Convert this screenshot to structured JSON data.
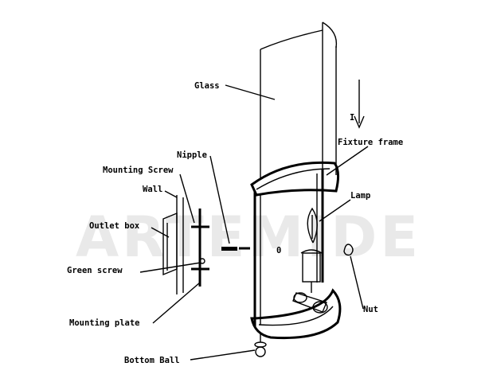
{
  "watermark": "ARTEMIDE",
  "labels": {
    "glass": "Glass",
    "fixture_frame": "Fixture frame",
    "nipple": "Nipple",
    "mounting_screw": "Mounting Screw",
    "wall": "Wall",
    "outlet_box": "Outlet box",
    "lamp": "Lamp",
    "green_screw": "Green screw",
    "nut": "Nut",
    "mounting_plate": "Mounting plate",
    "bottom_ball": "Bottom Ball",
    "arrow_letter": "I"
  }
}
